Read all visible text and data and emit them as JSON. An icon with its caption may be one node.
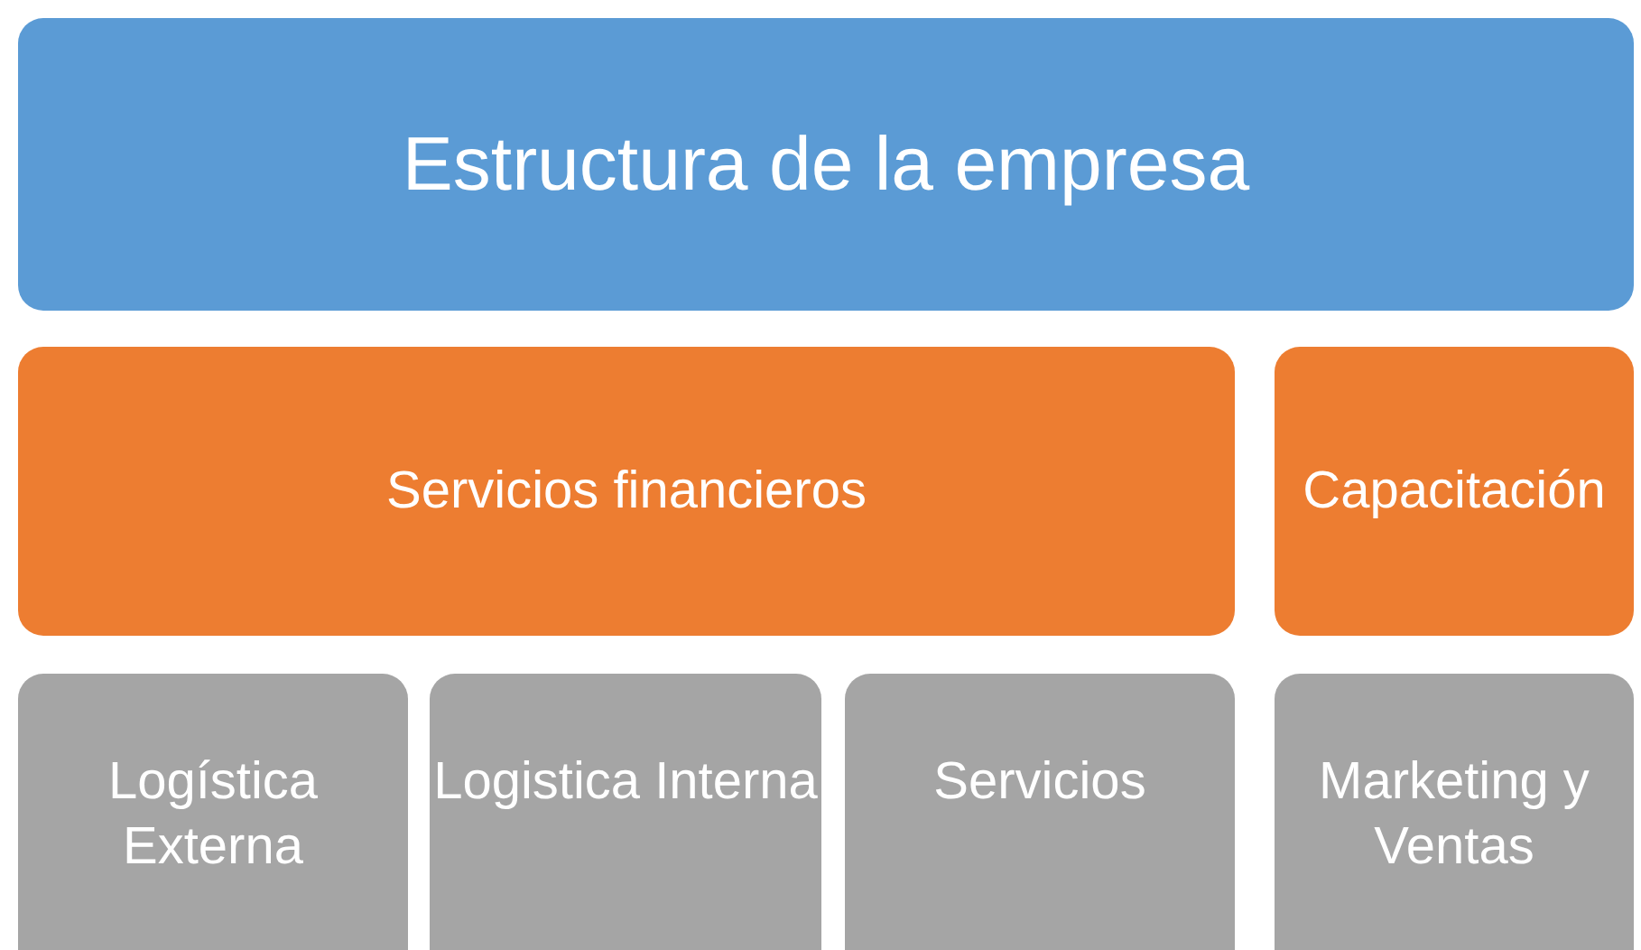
{
  "diagram": {
    "nodes": [
      {
        "text": [
          "Estructura de la empresa"
        ]
      },
      {
        "text": [
          "Servicios financieros"
        ]
      },
      {
        "text": [
          "Capacitación"
        ]
      },
      {
        "text": [
          "Logística Externa"
        ]
      },
      {
        "text": [
          "Logistica Interna"
        ]
      },
      {
        "text": [
          "Servicios"
        ]
      },
      {
        "text": [
          "Marketing y Ventas"
        ]
      }
    ]
  }
}
